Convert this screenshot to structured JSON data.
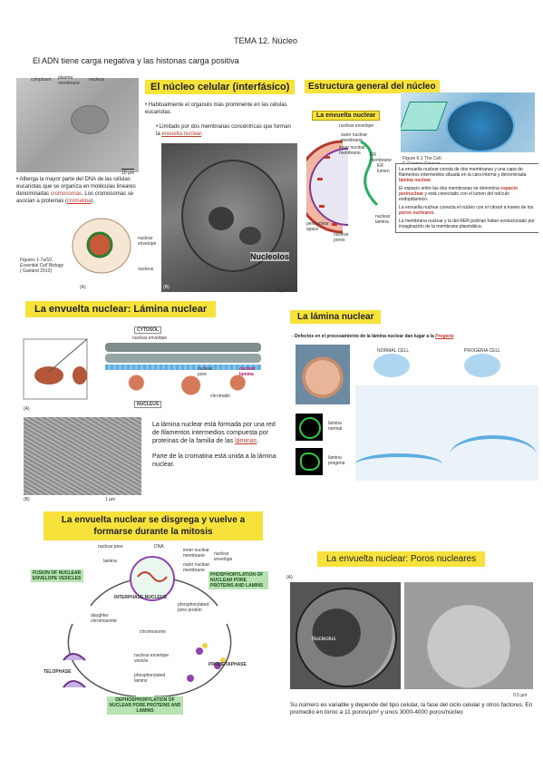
{
  "header": {
    "title": "TEMA 12. Núcleo",
    "subtitle": "El ADN tiene carga negativa y las histonas carga positiva"
  },
  "s1": {
    "cell_labels": [
      "cytoplasm",
      "plasma membrane",
      "nucleus"
    ],
    "scale1": "10 µm",
    "bullet_text_a": "Alberga la mayor parte del DNA de las células eucariotas que se organiza en moléculas lineares denominadas ",
    "bullet_word_chrom": "cromosomas",
    "bullet_text_b": ". Los cromosomas se asocian a proteínas (",
    "bullet_word_cromatina": "cromatina",
    "bullet_text_c": ").",
    "fig_caption": [
      "Figures 1-7a/10.",
      "Essential Cell Biology",
      "( Garland 2010)"
    ],
    "fig_a": "(A)",
    "diagram_labels": [
      "nuclear envelope",
      "nucleus"
    ],
    "title": "El núcleo celular (interfásico)",
    "bullet2": "Habitualmente el orgánulo más prominente en las células eucariotas.",
    "bullet3_a": "Limitado por dos membranas concéntricas que forman la ",
    "bullet3_red": "envuelta nuclear",
    "bullet3_b": ".",
    "nucleolos": "Nucleolos",
    "fig_b": "(B)",
    "scale2": "2 µm"
  },
  "s2": {
    "title": "Estructura general del núcleo",
    "box_title": "La envuelta nuclear",
    "env_labels": [
      "nuclear envelope",
      "outer nuclear membrane",
      "inner nuclear membrane",
      "ER membrane",
      "ER lumen",
      "perinuclear space",
      "nuclear pores",
      "nuclear lamina"
    ],
    "fig_caption": [
      "Figure 6.1 The Cell.",
      "G.Cooper, Sinauer,",
      "1997"
    ],
    "p1_a": "La envuelta nuclear consta de dos membranas y una capa de filamentos intermedios situada en la cara interna y denominada ",
    "p1_red": "lámina nuclear",
    "p1_b": ".",
    "p2_a": "El espacio entre las dos membranas se denomina ",
    "p2_red": "espacio perinuclear",
    "p2_b": " y está conectado con el lumen del retículo endoplásmico.",
    "p3_a": "La envuelta nuclear conecta el núcleo  con el citosol a través de los ",
    "p3_red": "poros nucleares",
    "p3_b": ".",
    "p4": "La membrana nuclear y la del RER podrían haber evolucionado por invaginación de la membrana plasmática."
  },
  "s3": {
    "title": "La envuelta nuclear: Lámina nuclear",
    "labels": [
      "CYTOSOL",
      "nuclear envelope",
      "nuclear pore",
      "nuclear lamina",
      "chromatin",
      "NUCLEUS"
    ],
    "fig_a": "(A)",
    "fig_b": "(B)",
    "scale": "1 µm",
    "text1_a": "La lámina nuclear está formada por una red de filamentos intermedios compuesta por proteínas de la familia de las ",
    "text1_red": "láminas",
    "text1_b": ".",
    "text2": "Parte de la cromatina está unida a la lámina nuclear."
  },
  "s4": {
    "title": "La lámina nuclear",
    "subtitle_a": "- Defectos en el procesamiento de la lámina nuclear dan lugar a la ",
    "subtitle_red": "Progeria",
    "labels": [
      "NORMAL CELL",
      "PROGERIA CELL",
      "lámina normal",
      "lámina progeria"
    ]
  },
  "s5": {
    "title": "La envuelta nuclear se disgrega y vuelve a formarse durante la mitosis",
    "labels": [
      "nuclear pore",
      "DNA",
      "lamina",
      "inner nuclear membrane",
      "outer nuclear membrane",
      "nuclear envelope",
      "INTERPHASE NUCLEUS",
      "phosphorylated pore protein",
      "chromosome",
      "daughter chromosome",
      "nuclear envelope vesicle",
      "phosphorylated lamins",
      "TELOPHASE",
      "PROMETAPHASE"
    ],
    "green": [
      "FUSION OF NUCLEAR ENVELOPE VESICLES",
      "PHOSPHORYLATION OF NUCLEAR PORE PROTEINS AND LAMINS",
      "DEPHOSPHORYLATION OF NUCLEAR PORE PROTEINS AND LAMINS"
    ]
  },
  "s6": {
    "title": "La envuelta nuclear: Poros nucleares",
    "fig_a": "(A)",
    "nucleolus": "Nucleolus",
    "scale": "0.5 µm",
    "text": "Su número es variable y depende del tipo celular, la fase del ciclo celular y otros factores.  En promedio en torno a 11 poros/µm² y unos 3000-4000 poros/núcleo"
  },
  "colors": {
    "yellow": "#f7e23c",
    "red": "#c0392b",
    "green_label": "#b7e2b1",
    "chromatin": "#d47a5a"
  }
}
